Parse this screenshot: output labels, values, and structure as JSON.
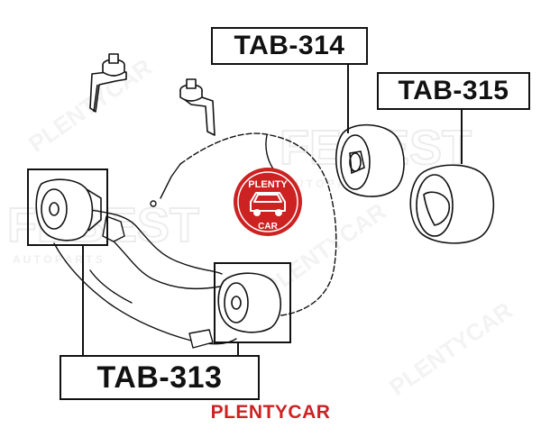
{
  "parts": {
    "tab314": "TAB-314",
    "tab315": "TAB-315",
    "tab313": "TAB-313"
  },
  "brand": {
    "footer": "PLENTYCAR",
    "stamp_top": "PLENTY",
    "stamp_bottom": "CAR",
    "color": "#cc2222"
  },
  "watermarks": {
    "logo": "FEBEST",
    "tagline": "A U T O   P A R T S"
  },
  "icons": [
    "car-icon"
  ]
}
